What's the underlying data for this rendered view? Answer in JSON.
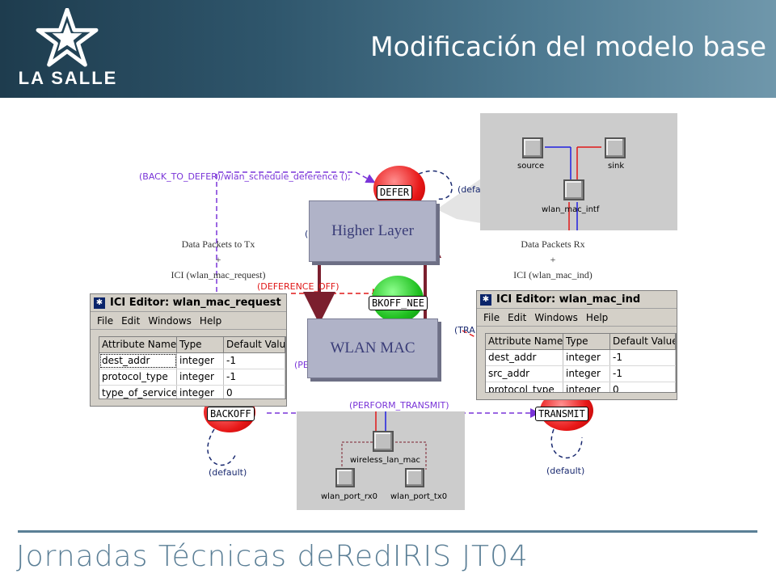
{
  "header": {
    "logo_text": "LA SALLE",
    "title": "Modificación del modelo base"
  },
  "fsm": {
    "states": {
      "defer": "DEFER",
      "bkoff_need": "BKOFF_NEE",
      "backoff": "BACKOFF",
      "transmit": "TRANSMIT"
    },
    "transitions": {
      "back_to_defer": "(BACK_TO_DEFER)/wlan_schedule_deference ();",
      "defer_default": "(defa",
      "b_partial": "(B",
      "deference_off": "(DEFERENCE_OFF)",
      "tra_partial": "(TRA",
      "pe_partial": "(PE",
      "perform_transmit": "(PERFORM_TRANSMIT)",
      "backoff_default": "(default)",
      "transmit_default": "(default)"
    }
  },
  "layers": {
    "higher": "Higher Layer",
    "wlan_mac": "WLAN MAC"
  },
  "captions": {
    "tx_line1": "Data Packets to Tx",
    "tx_line2": "+",
    "tx_line3": "ICI (wlan_mac_request)",
    "rx_line1": "Data Packets Rx",
    "rx_line2": "+",
    "rx_line3": "ICI (wlan_mac_ind)"
  },
  "ici_request": {
    "title": "ICI Editor: wlan_mac_request",
    "menu": [
      "File",
      "Edit",
      "Windows",
      "Help"
    ],
    "headers": [
      "Attribute Name",
      "Type",
      "Default Value"
    ],
    "rows": [
      [
        "dest_addr",
        "integer",
        "-1"
      ],
      [
        "protocol_type",
        "integer",
        "-1"
      ],
      [
        "type_of_service",
        "integer",
        "0"
      ]
    ]
  },
  "ici_ind": {
    "title": "ICI Editor: wlan_mac_ind",
    "menu": [
      "File",
      "Edit",
      "Windows",
      "Help"
    ],
    "headers": [
      "Attribute Name",
      "Type",
      "Default Value"
    ],
    "rows": [
      [
        "dest_addr",
        "integer",
        "-1"
      ],
      [
        "src_addr",
        "integer",
        "-1"
      ],
      [
        "protocol_type",
        "integer",
        "0"
      ]
    ]
  },
  "node_top": {
    "source": "source",
    "sink": "sink",
    "intf": "wlan_mac_intf"
  },
  "node_bottom": {
    "mac": "wireless_lan_mac",
    "rx": "wlan_port_rx0",
    "tx": "wlan_port_tx0"
  },
  "footer": {
    "text": "Jornadas Técnicas deRedIRIS JT04"
  },
  "colors": {
    "header": "#2f566c",
    "purple_transition": "#7a35d8",
    "red_transition": "#e01818",
    "arrow": "#7b1f2e",
    "footer": "#5b7f96"
  }
}
